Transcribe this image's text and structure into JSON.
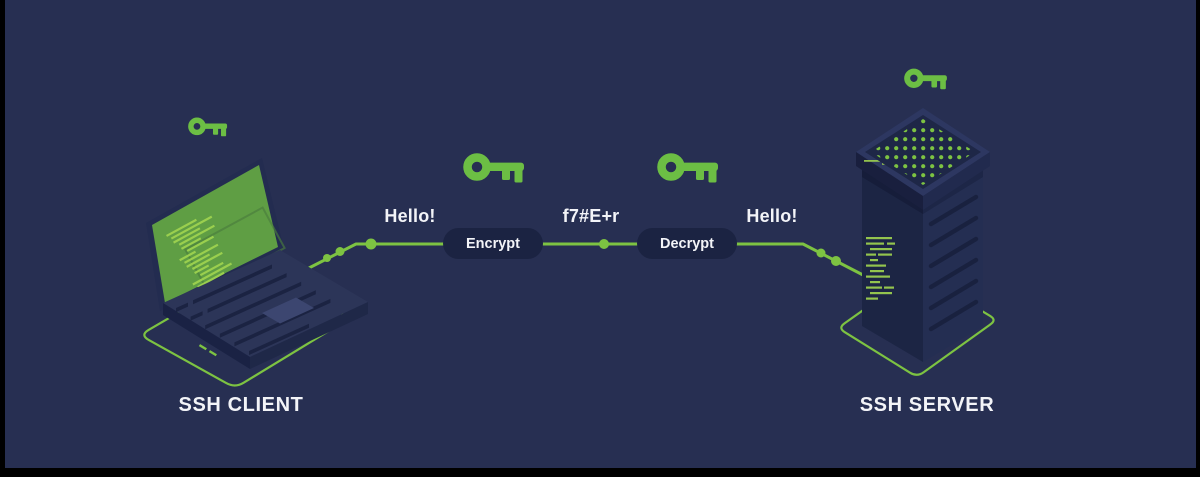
{
  "diagram": {
    "client_label": "SSH CLIENT",
    "server_label": "SSH SERVER",
    "plaintext_out": "Hello!",
    "encrypt_label": "Encrypt",
    "ciphertext": "f7#E+r",
    "decrypt_label": "Decrypt",
    "plaintext_in": "Hello!"
  },
  "icons": {
    "client_key": "key-icon",
    "encrypt_key": "key-icon",
    "decrypt_key": "key-icon",
    "server_key": "key-icon"
  },
  "colors": {
    "background": "#272f52",
    "accent_green": "#6cbe44",
    "line_green": "#7dc342",
    "code_green": "#9ed24f",
    "screen_green": "#5f9e44",
    "pill_bg": "#1b2342",
    "text_light": "#f3f4f8",
    "letterbox": "#000000"
  }
}
